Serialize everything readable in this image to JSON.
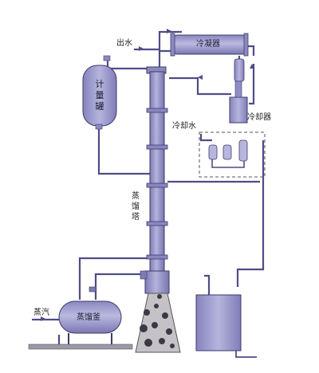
{
  "labels": {
    "cooling_water_out": "出水",
    "condenser": "冷凝器",
    "cooling_water": "冷却水",
    "cooler": "冷却器",
    "metering_tank": "计量罐",
    "distillation_column": "蒸馏塔",
    "steam": "蒸汽",
    "reboiler_kettle": "蒸馏釜"
  },
  "colors": {
    "equipment_fill": "#9a97c9",
    "equipment_stroke": "#3c3a6a",
    "pipe": "#4f4c86",
    "dashed_box": "#555"
  }
}
